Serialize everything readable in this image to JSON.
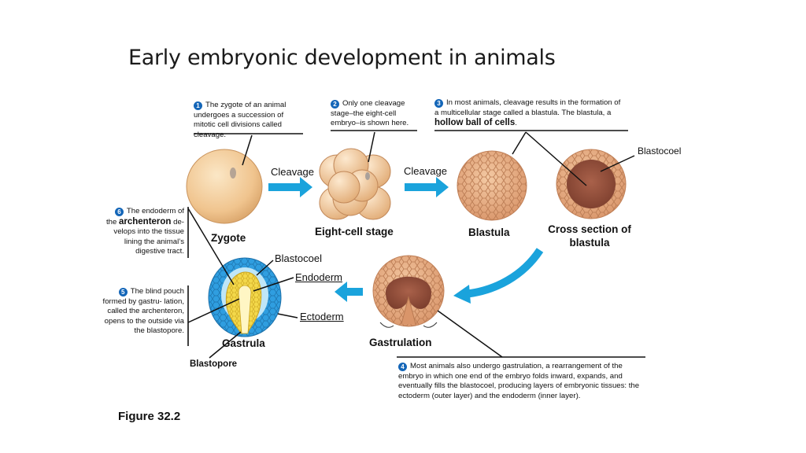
{
  "title": "Early embryonic development in animals",
  "figure_label": "Figure 32.2",
  "steps": [
    {
      "num": "1",
      "text": "The zygote of an animal undergoes a succession of mitotic cell divisions called cleavage."
    },
    {
      "num": "2",
      "text": "Only one cleavage stage–the eight-cell embryo–is shown here."
    },
    {
      "num": "3",
      "text_a": "In most animals, cleavage results in the formation of a multicellular stage called a blastula. The blastula, a ",
      "text_bold": "hollow ball of cells",
      "text_b": "."
    },
    {
      "num": "4",
      "text": "Most animals also undergo gastrulation, a rearrangement of the embryo in which one end of the embryo folds inward, expands, and eventually fills the blastocoel, producing layers of embryonic tissues: the ectoderm (outer layer) and the endoderm (inner layer)."
    },
    {
      "num": "5",
      "text": "The blind pouch formed by gastru- lation, called the archenteron, opens to the outside via the blastopore."
    },
    {
      "num": "6",
      "text_a": "The endoderm of the ",
      "text_bold": "archenteron",
      "text_b": " de- velops into the tissue lining the animal’s digestive tract."
    }
  ],
  "stage_labels": {
    "zygote": "Zygote",
    "eight_cell": "Eight-cell stage",
    "blastula": "Blastula",
    "cross_section": "Cross section of blastula",
    "gastrulation": "Gastrulation",
    "gastrula": "Gastrula"
  },
  "arrow_labels": {
    "cleavage_1": "Cleavage",
    "cleavage_2": "Cleavage"
  },
  "part_labels": {
    "blastocoel_top": "Blastocoel",
    "blastocoel_gastrula": "Blastocoel",
    "endoderm": "Endoderm",
    "ectoderm": "Ectoderm",
    "blastopore": "Blastopore"
  },
  "colors": {
    "arrow": "#1aa3dc",
    "badge": "#1466b8",
    "zygote": "#f2cf9e",
    "cell": "#e8b48a",
    "ectoderm": "#2f9ee0",
    "endoderm": "#f3d84a"
  }
}
